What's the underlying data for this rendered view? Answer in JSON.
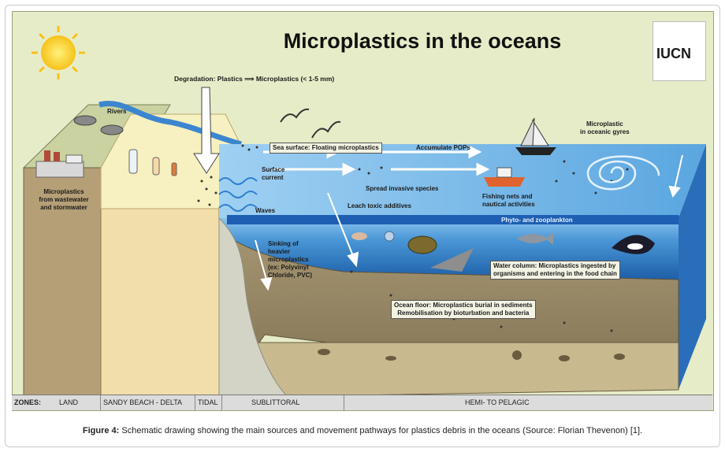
{
  "title": "Microplastics in the oceans",
  "logo": "IUCN",
  "labels": {
    "degradation": "Degradation: Plastics ⟹ Microplastics (< 1-5 mm)",
    "rivers": "Rivers",
    "microplastics_source": "Microplastics\nfrom wastewater\nand stormwater",
    "sea_surface": "Sea surface: Floating microplastics",
    "accumulate": "Accumulate POPs",
    "gyres": "Microplastic\nin oceanic gyres",
    "surface_current": "Surface\ncurrent",
    "invasive": "Spread invasive species",
    "leach": "Leach toxic additives",
    "fishing": "Fishing nets and\nnautical activities",
    "waves": "Waves",
    "plankton": "Phyto- and zooplankton",
    "sinking": "Sinking of\nheavier\nmicroplastics\n(ex: Polyvinyl\nChloride, PVC)",
    "water_column": "Water column: Microplastics ingested by\norganisms and entering in the food chain",
    "ocean_floor": "Ocean floor: Microplastics burial in sediments\nRemobilisation by bioturbation and bacteria"
  },
  "zones": {
    "prefix": "ZONES:",
    "land": "LAND",
    "beach": "SANDY BEACH - DELTA",
    "tidal": "TIDAL",
    "sublittoral": "SUBLITTORAL",
    "pelagic": "HEMI- TO PELAGIC"
  },
  "caption": {
    "label": "Figure 4:",
    "text": " Schematic drawing showing the main sources and movement pathways for plastics debris in the oceans (Source: Florian Thevenon) [1]."
  },
  "colors": {
    "sky": "#e7ecc8",
    "ocean_surface": "#4a97d6",
    "ocean_deep": "#1d5fa8",
    "sand": "#f7f0c0",
    "seafloor": "#9a8a66",
    "land": "#b59f77"
  }
}
